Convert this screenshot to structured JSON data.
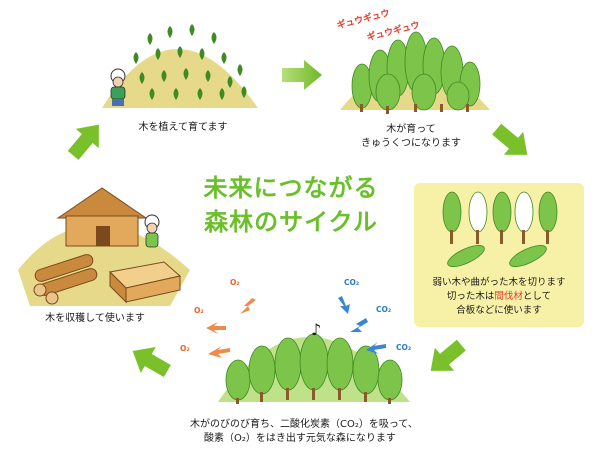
{
  "title": {
    "line1": "未来につながる",
    "line2": "森林のサイクル"
  },
  "steps": {
    "plant": {
      "caption": "木を植えて育てます"
    },
    "grow": {
      "caption_line1": "木が育って",
      "caption_line2": "きゅうくつになります",
      "sfx": [
        "ギュウギュウ",
        "ギュウギュウ"
      ]
    },
    "thin": {
      "caption_line1": "弱い木や曲がった木を切ります",
      "caption_line2_pre": "切った木は",
      "caption_line2_red": "間伐材",
      "caption_line2_post": "として",
      "caption_line3": "合板などに使います"
    },
    "forest": {
      "caption_line1": "木がのびのび育ち、二酸化炭素（CO₂）を吸って、",
      "caption_line2": "酸素（O₂）をはき出す元気な森になります"
    },
    "harvest": {
      "caption": "木を収穫して使います"
    }
  },
  "gases": {
    "o2": "O₂",
    "co2": "CO₂"
  },
  "colors": {
    "arrow": "#79c02a",
    "title": "#6bbf2a",
    "panel": "#f6f1a6",
    "field": "#e6d98a",
    "tree": "#7cc44a",
    "red_text": "#e8382a"
  }
}
